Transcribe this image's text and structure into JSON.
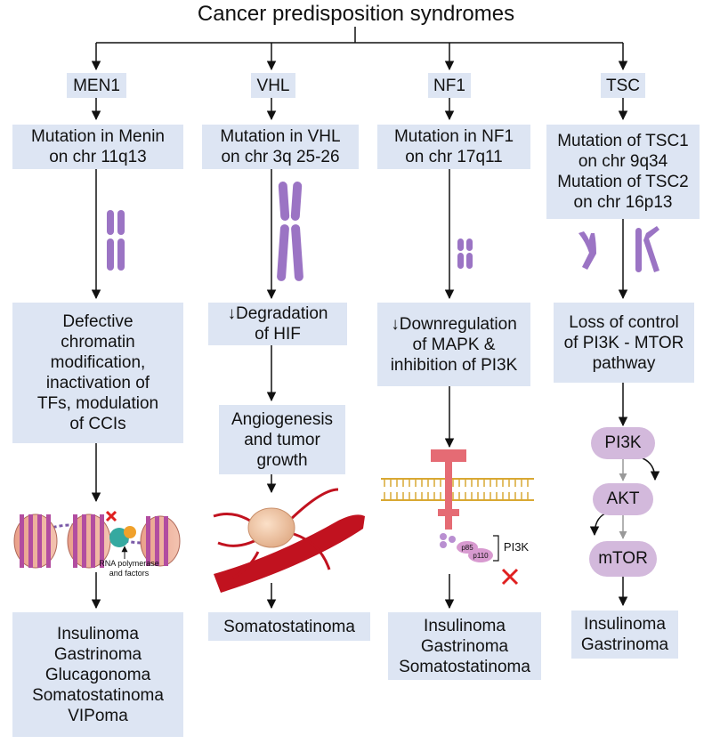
{
  "title": "Cancer predisposition syndromes",
  "columns": [
    {
      "name": "MEN1",
      "mutation": [
        "Mutation in Menin",
        "on chr 11q13"
      ],
      "effect": [
        "Defective",
        "chromatin",
        "modification,",
        "inactivation of",
        "TFs, modulation",
        "of CCIs"
      ],
      "annotation": [
        "RNA polymerase",
        "and factors"
      ],
      "tumors": [
        "Insulinoma",
        "Gastrinoma",
        "Glucagonoma",
        "Somatostatinoma",
        "VIPoma"
      ]
    },
    {
      "name": "VHL",
      "mutation": [
        "Mutation in VHL",
        "on chr 3q 25-26"
      ],
      "effect": [
        "↓Degradation",
        "of HIF"
      ],
      "effect2": [
        "Angiogenesis",
        "and tumor",
        "growth"
      ],
      "tumors": [
        "Somatostatinoma"
      ]
    },
    {
      "name": "NF1",
      "mutation": [
        "Mutation in NF1",
        "on chr 17q11"
      ],
      "effect": [
        "↓Downregulation",
        "of MAPK &",
        "inhibition of PI3K"
      ],
      "annotation": {
        "p85": "p85",
        "p110": "p110",
        "pi3k": "PI3K"
      },
      "tumors": [
        "Insulinoma",
        "Gastrinoma",
        "Somatostatinoma"
      ]
    },
    {
      "name": "TSC",
      "mutation": [
        "Mutation of TSC1",
        "on chr 9q34",
        "Mutation of TSC2",
        "on chr 16p13"
      ],
      "effect": [
        "Loss of control",
        "of PI3K - MTOR",
        "pathway"
      ],
      "pathway": [
        "PI3K",
        "AKT",
        "mTOR"
      ],
      "tumors": [
        "Insulinoma",
        "Gastrinoma"
      ]
    }
  ],
  "colors": {
    "box": "#dde5f3",
    "chromosome": "#9b74c4",
    "oval": "#d3b9dc",
    "vessel": "#c1121f",
    "cross": "#e02020"
  }
}
